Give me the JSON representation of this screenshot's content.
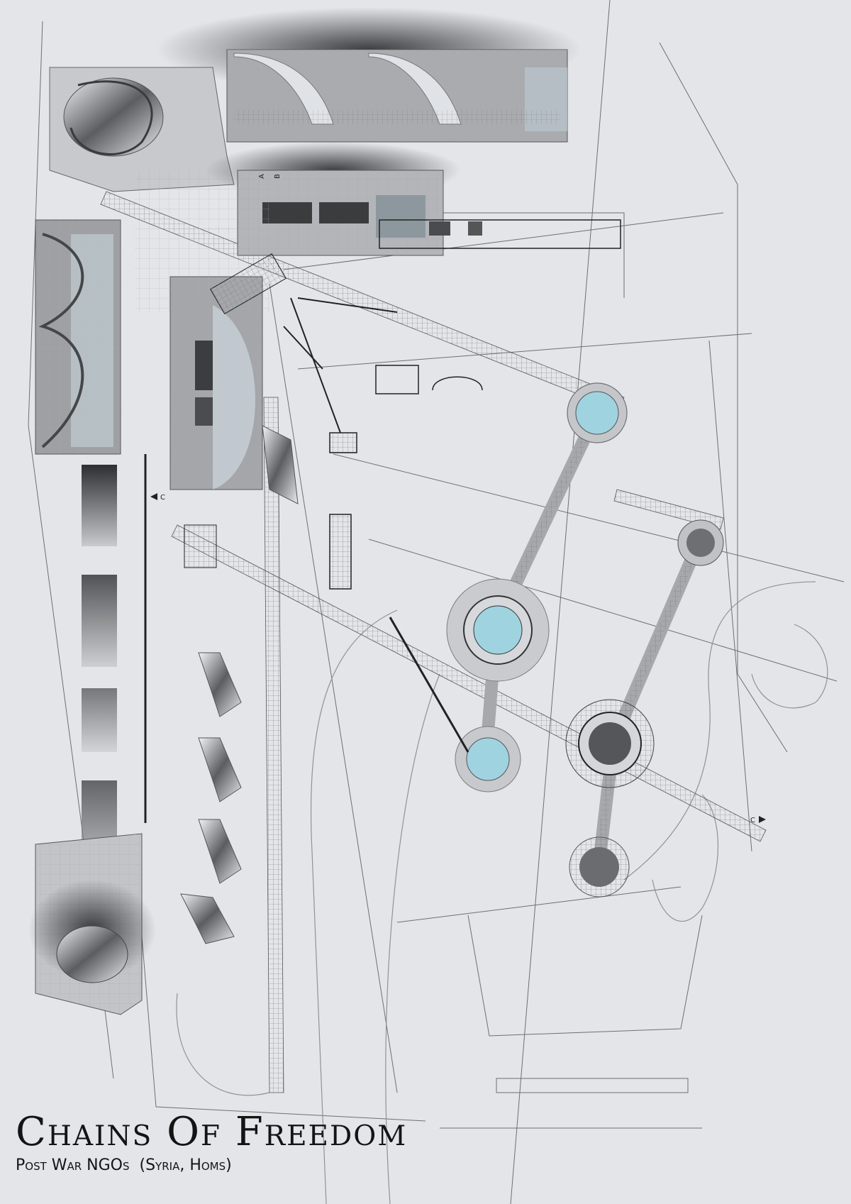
{
  "board": {
    "title": "Chains Of Freedom",
    "subtitle": "Post War NGOs  (Syria, Homs)"
  },
  "section_markers": [
    "A",
    "B",
    "C"
  ],
  "colors": {
    "background": "#e4e5e8",
    "water": "#9fd3df",
    "hatch": "#8c8e92",
    "line": "#2b2b2b"
  }
}
